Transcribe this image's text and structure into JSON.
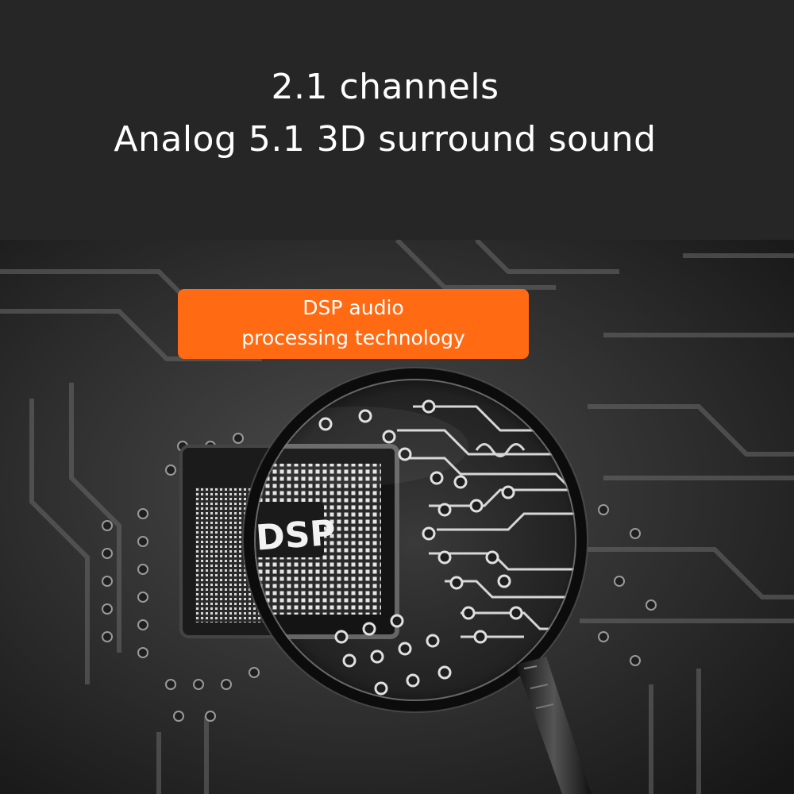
{
  "header": {
    "line1": "2.1 channels",
    "line2": "Analog 5.1 3D surround sound"
  },
  "badge": {
    "line1": "DSP audio",
    "line2": "processing technology",
    "color": "#ff6a13"
  },
  "scene": {
    "chip_label": "DSP",
    "icon": "magnifying-glass-icon",
    "background": "#1e1e1e"
  }
}
